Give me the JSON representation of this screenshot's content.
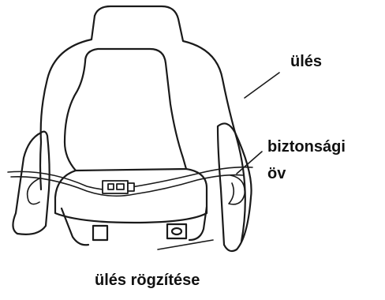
{
  "labels": {
    "seat": "ülés",
    "belt_line1": "biztonsági",
    "belt_line2": "öv",
    "mount": "ülés rögzítése"
  },
  "colors": {
    "ink": "#111111",
    "background": "#ffffff"
  }
}
